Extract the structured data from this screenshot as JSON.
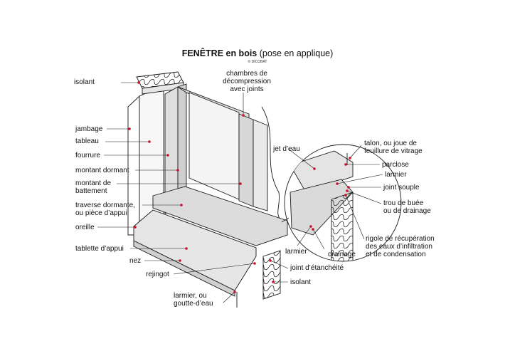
{
  "title": {
    "bold": "FENÊTRE en bois",
    "normal": " (pose en applique)"
  },
  "copyright": "© DICOBAT",
  "colors": {
    "line": "#1a1a1a",
    "leader": "#c8102e",
    "frame": "#dedede",
    "frame_dark": "#bdbdbd",
    "glass": "#f4f4f4"
  },
  "labels": {
    "isolant_top": "isolant",
    "chambres_1": "chambres de",
    "chambres_2": "décompression",
    "chambres_3": "avec joints",
    "jambage": "jambage",
    "tableau": "tableau",
    "fourrure": "fourrure",
    "montant_dormant": "montant dormant",
    "montant_battement_1": "montant de",
    "montant_battement_2": "battement",
    "traverse_1": "traverse dormante,",
    "traverse_2": "ou pièce d’appui",
    "oreille": "oreille",
    "tablette": "tablette d’appui",
    "nez": "nez",
    "rejingot": "rejingot",
    "larmier_goutte_1": "larmier, ou",
    "larmier_goutte_2": "goutte-d’eau",
    "jet_deau": "jet d’eau",
    "talon_1": "talon, ou joue de",
    "talon_2": "feuillure de vitrage",
    "parclose": "parclose",
    "larmier_r": "larmier",
    "joint_souple": "joint souple",
    "trou_1": "trou de buée",
    "trou_2": "ou de drainage",
    "rigole_1": "rigole de récupération",
    "rigole_2": "des eaux d’infiltration",
    "rigole_3": "et de condensation",
    "larmier_b": "larmier",
    "drainage": "drainage",
    "joint_etancheite": "joint d’étanchéité",
    "isolant_bottom": "isolant"
  }
}
